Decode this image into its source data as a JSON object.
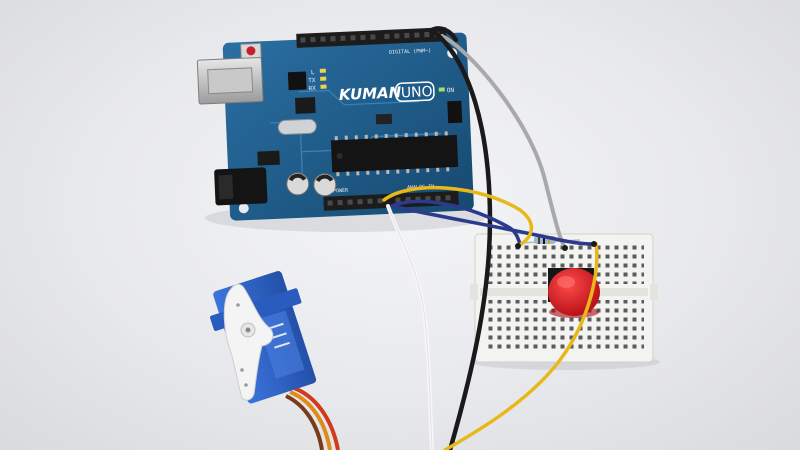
{
  "board": {
    "brand": "KUMAN",
    "model": "UNO",
    "led_labels": [
      "TX",
      "RX",
      "L",
      "ON"
    ],
    "header_labels": {
      "digital": "DIGITAL (PWM~)",
      "power": "POWER",
      "analog": "ANALOG IN"
    }
  },
  "colors": {
    "background": "#e9eaec",
    "pcb": "#1f5f8f",
    "pcb_dark": "#164a70",
    "header": "#1c1c1c",
    "breadboard": "#f3f3f1",
    "button_cap": "#d8141c",
    "servo_body": "#2f63c9",
    "servo_horn": "#f4f4f4",
    "wire_yellow": "#e8b81a",
    "wire_white": "#f7f7f7",
    "wire_black": "#1a1a1a",
    "wire_gray": "#a9a9a9",
    "wire_blue": "#2a3a8c",
    "wire_orange": "#e08a1c",
    "wire_brown": "#7a3b1a",
    "wire_red": "#d23a1c"
  },
  "icons": {
    "usb": "usb-port-icon",
    "power_jack": "dc-power-jack-icon",
    "reset": "reset-button-icon"
  }
}
